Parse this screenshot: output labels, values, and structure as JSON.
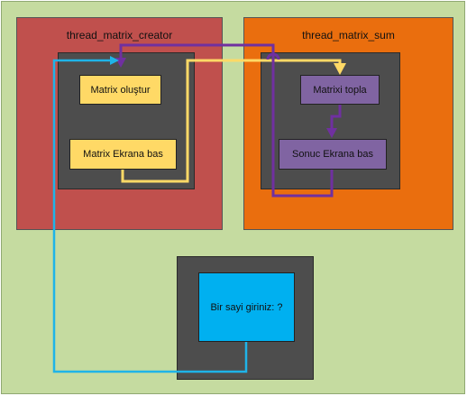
{
  "panels": {
    "creator": {
      "title": "thread_matrix_creator"
    },
    "sum": {
      "title": "thread_matrix_sum"
    }
  },
  "boxes": {
    "matrix_olustur": "Matrix oluştur",
    "matrix_ekrana_bas": "Matrix Ekrana bas",
    "matrixi_topla": "Matrixi topla",
    "sonuc_ekrana_bas": "Sonuc Ekrana bas",
    "bir_sayi_giriniz": "Bir sayi giriniz: ?"
  },
  "colors": {
    "background": "#c5dba0",
    "creator_panel": "#c0504d",
    "sum_panel": "#ea6e0e",
    "inner_box": "#4d4d4d",
    "yellow_box": "#ffd966",
    "purple_box": "#8064a2",
    "cyan_box": "#00b0f0",
    "yellow_line": "#ffd966",
    "purple_line": "#7030a0",
    "cyan_line": "#1fb4e8"
  }
}
